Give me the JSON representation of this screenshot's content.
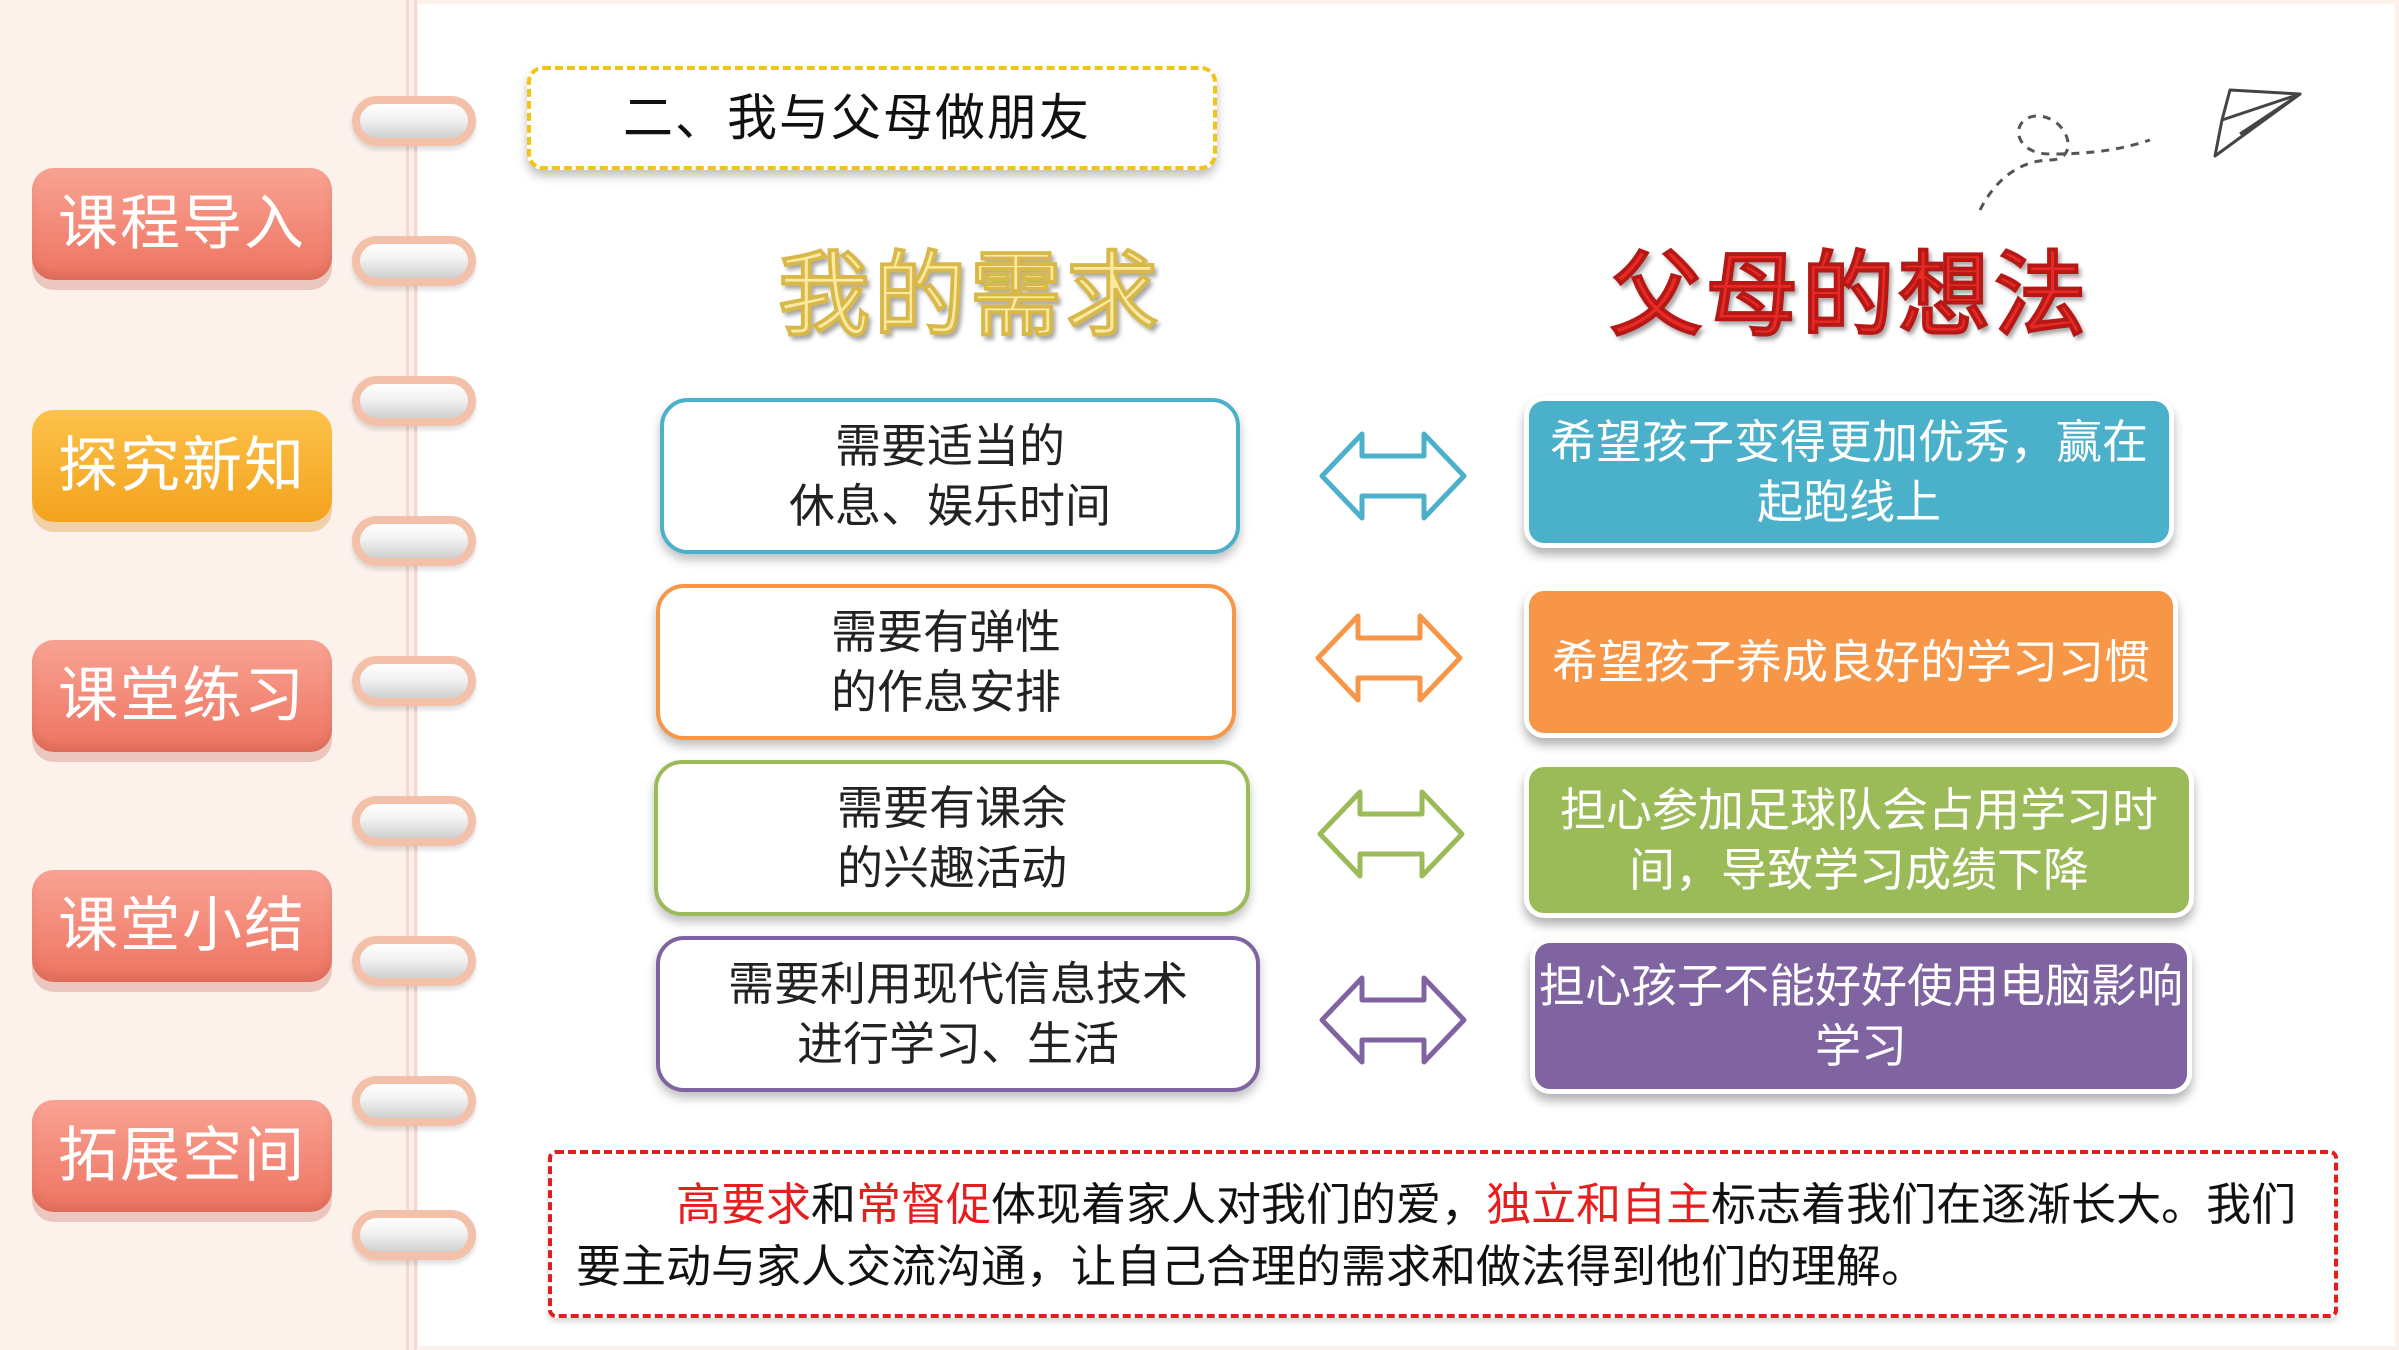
{
  "nav": {
    "items": [
      {
        "label": "课程导入"
      },
      {
        "label": "探究新知"
      },
      {
        "label": "课堂练习"
      },
      {
        "label": "课堂小结"
      },
      {
        "label": "拓展空间"
      }
    ]
  },
  "section": {
    "title": "二、我与父母做朋友"
  },
  "columns": {
    "mine": "我的需求",
    "parents": "父母的想法"
  },
  "pairs": [
    {
      "need_line1": "需要适当的",
      "need_line2": "休息、娱乐时间",
      "thought_line1": "希望孩子变得更加优秀，",
      "thought_line2": "赢在起跑线上",
      "color": "#4bb0c9"
    },
    {
      "need_line1": "需要有弹性",
      "need_line2": "的作息安排",
      "thought_line1": "希望孩子养成",
      "thought_line2": "良好的学习习惯",
      "color": "#f79646"
    },
    {
      "need_line1": "需要有课余",
      "need_line2": "的兴趣活动",
      "thought_line1": "担心参加足球队会占用学习",
      "thought_line2": "时间，导致学习成绩下降",
      "color": "#9bbb59"
    },
    {
      "need_line1": "需要利用现代信息技术",
      "need_line2": "进行学习、生活",
      "thought_line1": "担心孩子不能好好使用电脑",
      "thought_line2": "影响学习",
      "color": "#8064a2"
    }
  ],
  "summary": {
    "part1": "高要求",
    "part2": "和",
    "part3": "常督促",
    "part4": "体现着家人对我们的爱，",
    "part5": "独立和自主",
    "part6": "标志着我们在逐渐长大。我们要主动与家人交流沟通，让自己合理的需求和做法得到他们的理解。"
  },
  "icons": {
    "arrow": "double-arrow-icon",
    "plane": "paper-plane-icon"
  }
}
